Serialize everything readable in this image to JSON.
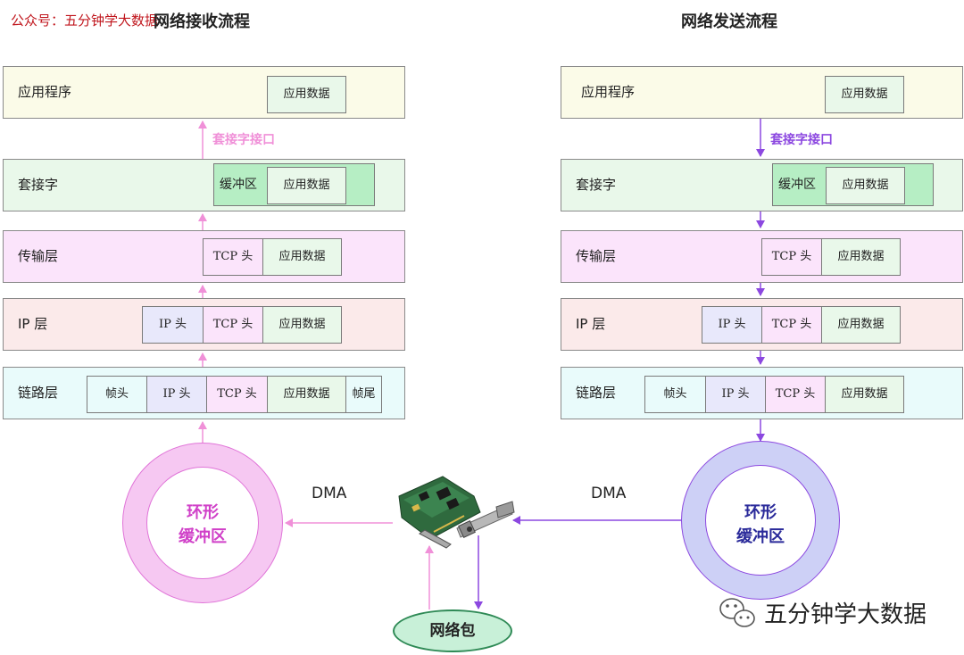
{
  "watermark": "公众号：五分钟学大数据",
  "recv": {
    "title": "网络接收流程",
    "layers": {
      "app": "应用程序",
      "socket": "套接字",
      "transport": "传输层",
      "ip": "IP 层",
      "link": "链路层"
    },
    "socket_interface": "套接字接口",
    "ring": [
      "环形",
      "缓冲区"
    ]
  },
  "send": {
    "title": "网络发送流程",
    "layers": {
      "app": "应用程序",
      "socket": "套接字",
      "transport": "传输层",
      "ip": "IP 层",
      "link": "链路层"
    },
    "socket_interface": "套接字接口",
    "ring": [
      "环形",
      "缓冲区"
    ]
  },
  "cells": {
    "app_data": "应用数据",
    "buffer": "缓冲区",
    "tcp_header": "TCP 头",
    "ip_header": "IP 头",
    "frame_header": "帧头",
    "frame_trailer": "帧尾"
  },
  "dma": "DMA",
  "network_packet": "网络包",
  "brand": "五分钟学大数据",
  "colors": {
    "app_layer": "#fbfbe8",
    "socket_layer": "#e9f8ea",
    "transport_layer": "#fbe4fb",
    "ip_layer": "#fbeaea",
    "link_layer": "#e9fbfb",
    "recv_arrow": "#f090d8",
    "send_arrow": "#8c48e0",
    "recv_ring": "#f6c8f2",
    "send_ring": "#cdd0f6",
    "ring_text_recv": "#d040c8",
    "ring_text_send": "#2a2a9a"
  }
}
